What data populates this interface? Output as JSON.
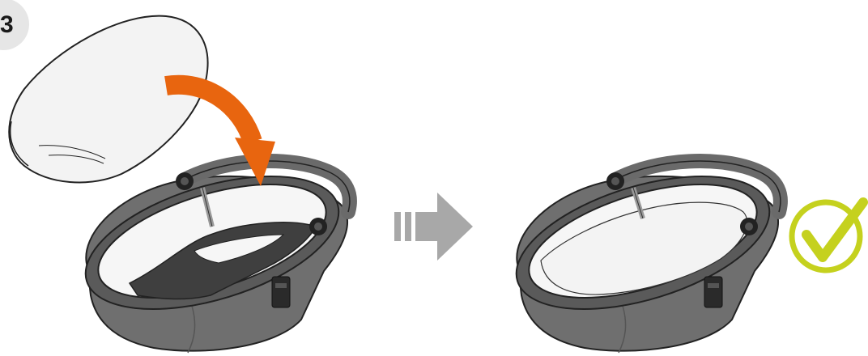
{
  "step": {
    "number": "3"
  },
  "colors": {
    "arrow": "#e8650f",
    "check": "#c5d11e",
    "next_arrow": "#a8a8a8",
    "bassinet_body": "#6f6f6f",
    "bassinet_rim": "#5a5a5a",
    "pad": "#3f3f3f",
    "mattress": "#f3f3f3"
  },
  "icons": {
    "left_panel": "mattress-insertion-illustration",
    "direction": "next-step-arrow-icon",
    "result": "bassinet-with-mattress-illustration",
    "confirm": "checkmark-circle-icon"
  }
}
